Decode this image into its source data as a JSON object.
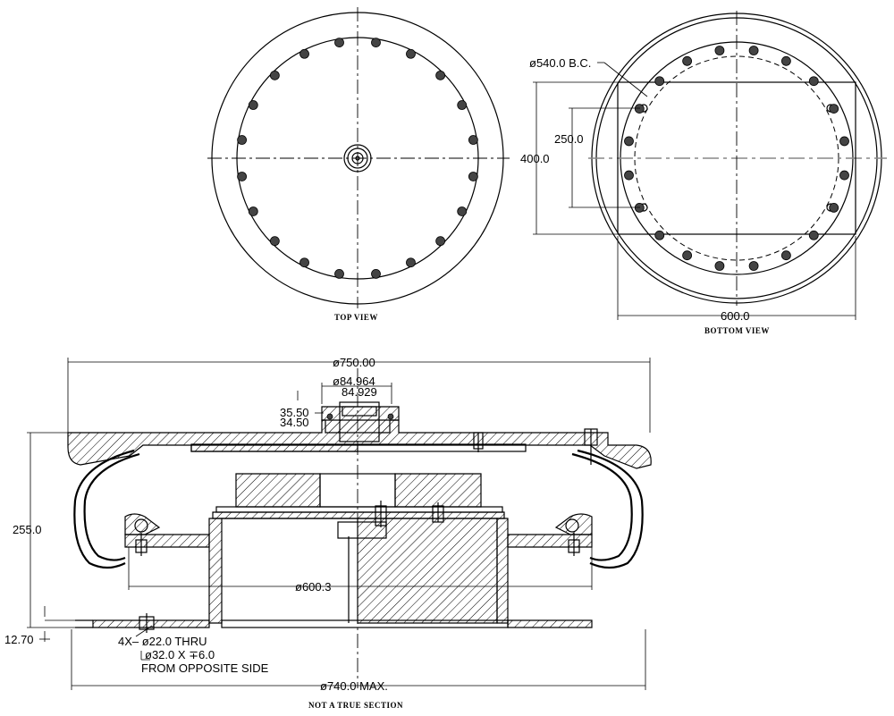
{
  "views": {
    "top_view_caption": "TOP VIEW",
    "bottom_view_caption": "BOTTOM VIEW",
    "section_caption": "NOT A TRUE SECTION"
  },
  "bottom_view": {
    "bolt_circle": "ø540.0 B.C.",
    "dim_250": "250.0",
    "dim_400": "400.0",
    "dim_600": "600.0"
  },
  "section": {
    "dim_750": "ø750.00",
    "dim_84_964": "ø84.964",
    "dim_84_929": "84.929",
    "dim_35_50": "35.50",
    "dim_34_50": "34.50",
    "dim_255": "255.0",
    "dim_600_3": "ø600.3",
    "dim_12_70": "12.70",
    "note_line1": "4X– ø22.0 THRU",
    "note_line2": "ø32.0 X ∓6.0",
    "note_line3": "FROM OPPOSITE SIDE",
    "dim_740": "ø740.0 MAX."
  }
}
